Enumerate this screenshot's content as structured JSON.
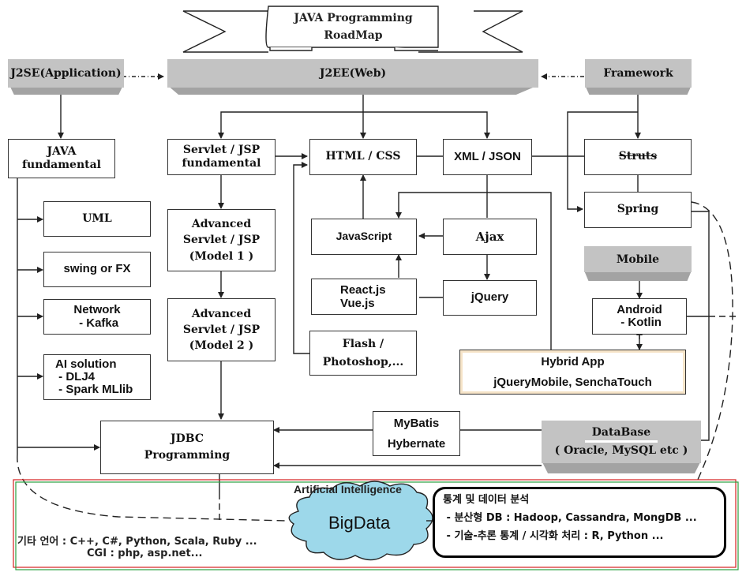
{
  "title": {
    "line1": "JAVA Programming",
    "line2": "RoadMap"
  },
  "bands": {
    "j2se": "J2SE(Application)",
    "j2ee": "J2EE(Web)",
    "framework": "Framework",
    "mobile": "Mobile",
    "database": {
      "title": "DataBase",
      "subtitle": "( Oracle, MySQL etc )"
    }
  },
  "j2se_column": {
    "java_fundamental": [
      "JAVA",
      "fundamental"
    ],
    "uml": "UML",
    "swing": "swing or FX",
    "network": [
      "Network",
      " - Kafka"
    ],
    "ai_solution": [
      "AI solution",
      " - DLJ4",
      " - Spark MLlib"
    ]
  },
  "servlet_column": {
    "fundamental": [
      "Servlet / JSP",
      "fundamental"
    ],
    "model1": [
      "Advanced",
      "Servlet / JSP",
      "(Model 1 )"
    ],
    "model2": [
      "Advanced",
      "Servlet / JSP",
      "(Model 2 )"
    ]
  },
  "web_column": {
    "html_css": "HTML / CSS",
    "xml_json": "XML / JSON",
    "javascript": "JavaScript",
    "ajax": "Ajax",
    "react_vue": [
      "React.js",
      "Vue.js"
    ],
    "jquery": "jQuery",
    "flash": [
      "Flash /",
      "Photoshop,..."
    ]
  },
  "framework_column": {
    "struts": "Struts",
    "spring": "Spring",
    "android": [
      "Android",
      " - Kotlin"
    ],
    "hybrid": [
      "Hybrid App",
      "jQueryMobile, SenchaTouch"
    ]
  },
  "data_layer": {
    "jdbc": [
      "JDBC",
      "Programming"
    ],
    "orm": [
      "MyBatis",
      "Hybernate"
    ]
  },
  "bottom": {
    "ai_label": "Artificial Intelligence",
    "bigdata": "BigData",
    "other_languages": "기타 언어 : C++, C#, Python, Scala, Ruby ...",
    "cgi": "CGI : php, asp.net...",
    "stats": {
      "title": "통계 및 데이터 분석",
      "item1": " - 분산형 DB : Hadoop, Cassandra, MongDB ...",
      "item2": " - 기술-추론 통계 / 시각화 처리 : R, Python ..."
    }
  },
  "colors": {
    "band_fill": "#c3c3c3",
    "band_shadow": "#a3a3a3",
    "cloud_fill": "#9dd8ea",
    "outer_red": "#d62020",
    "outer_green": "#2aa040",
    "hybrid_glow": "#f6e4c8"
  }
}
